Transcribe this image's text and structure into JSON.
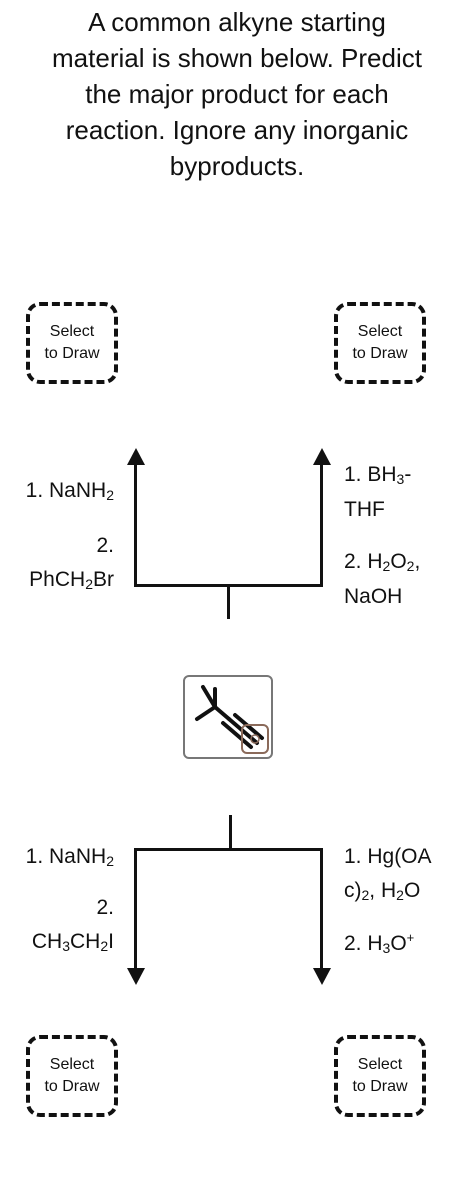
{
  "title": {
    "lines": [
      "A common alkyne starting",
      "material is shown below. Predict",
      "the major product for each",
      "reaction. Ignore any inorganic",
      "byproducts."
    ]
  },
  "draw_boxes": {
    "top_left": {
      "line1": "Select",
      "line2": "to Draw"
    },
    "top_right": {
      "line1": "Select",
      "line2": "to Draw"
    },
    "bottom_left": {
      "line1": "Select",
      "line2": "to Draw"
    },
    "bottom_right": {
      "line1": "Select",
      "line2": "to Draw"
    }
  },
  "reagents": {
    "top_left": {
      "step1": "1. NaNH",
      "step1_sub": "2",
      "step2_num": "2.",
      "step2_a": "PhCH",
      "step2_sub": "2",
      "step2_b": "Br"
    },
    "top_right": {
      "step1_a": "1. BH",
      "step1_sub": "3",
      "step1_b": "-",
      "step1_line2": "THF",
      "step2_a": "2. H",
      "step2_sub1": "2",
      "step2_b": "O",
      "step2_sub2": "2",
      "step2_c": ",",
      "step2_line2": "NaOH"
    },
    "bottom_left": {
      "step1": "1. NaNH",
      "step1_sub": "2",
      "step2_num": "2.",
      "step2_a": "CH",
      "step2_sub1": "3",
      "step2_b": "CH",
      "step2_sub2": "2",
      "step2_c": "I"
    },
    "bottom_right": {
      "step1_line1": "1. Hg(OA",
      "step1_line2a": "c)",
      "step1_sub": "2",
      "step1_line2b": ", H",
      "step1_sub2": "2",
      "step1_line2c": "O",
      "step2_a": "2. H",
      "step2_sub": "3",
      "step2_b": "O",
      "step2_sup": "+"
    }
  },
  "colors": {
    "line": "#111111",
    "molecule_border": "#777777",
    "molecule_highlight": "#8a6a5a"
  },
  "icons": {
    "starting_material": "alkyne-skeletal-structure",
    "highlight": "triple-bond-highlight-icon"
  }
}
